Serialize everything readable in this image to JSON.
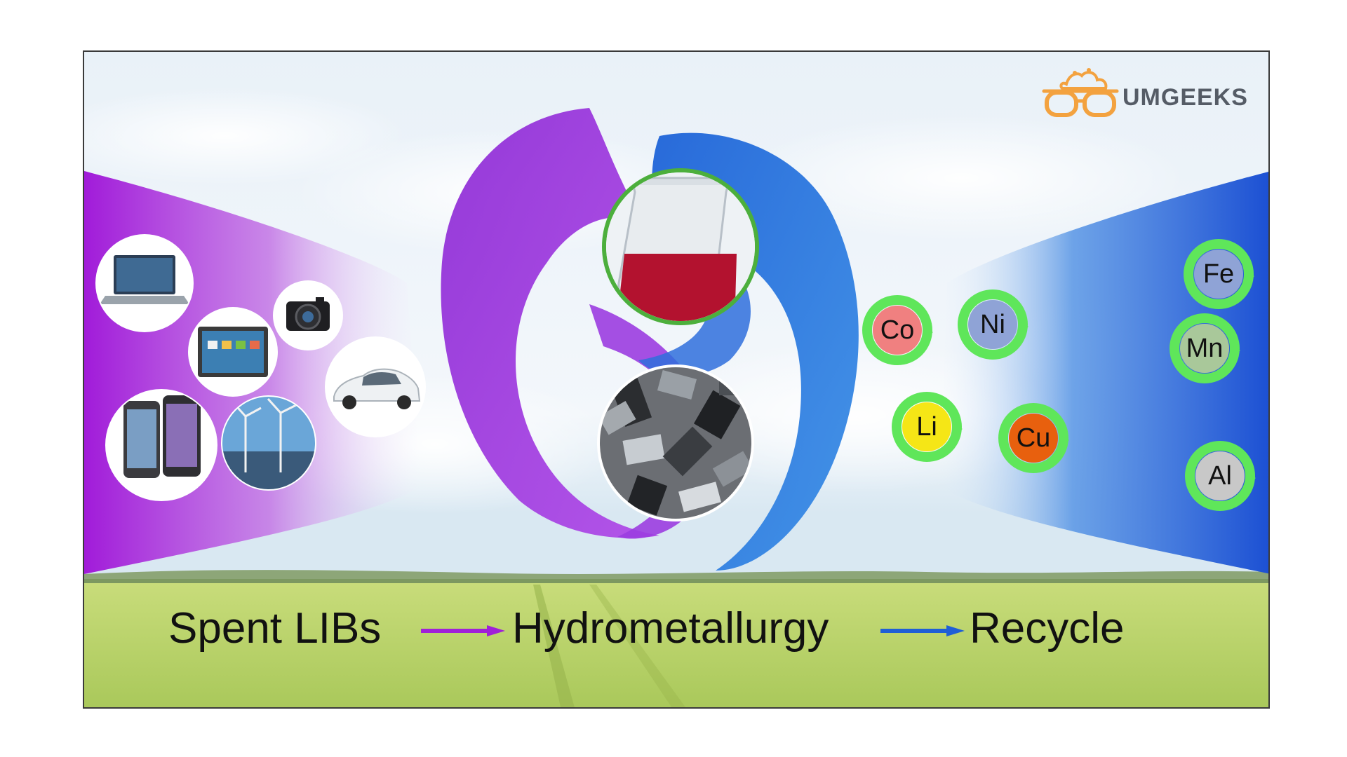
{
  "flow": {
    "step1": "Spent LIBs",
    "step2": "Hydrometallurgy",
    "step3": "Recycle"
  },
  "elements": [
    {
      "symbol": "Co",
      "color": "#f08080"
    },
    {
      "symbol": "Ni",
      "color": "#8fa3d6"
    },
    {
      "symbol": "Fe",
      "color": "#8fa3d6"
    },
    {
      "symbol": "Mn",
      "color": "#a9c89a"
    },
    {
      "symbol": "Li",
      "color": "#f5e616"
    },
    {
      "symbol": "Cu",
      "color": "#e8600e"
    },
    {
      "symbol": "Al",
      "color": "#c8c8c8"
    }
  ],
  "logo": {
    "text": "UMGEEKS",
    "color": "#f3a23f"
  },
  "colors": {
    "purple": "#a020d8",
    "blue": "#1f5fd6",
    "ring": "#5fe65a",
    "beaker_liquid": "#b3122f"
  },
  "icons": [
    "laptop-icon",
    "tablet-icon",
    "camera-icon",
    "car-icon",
    "smartphone-icon",
    "wind-turbine-icon",
    "beaker-icon",
    "battery-pile-icon"
  ]
}
